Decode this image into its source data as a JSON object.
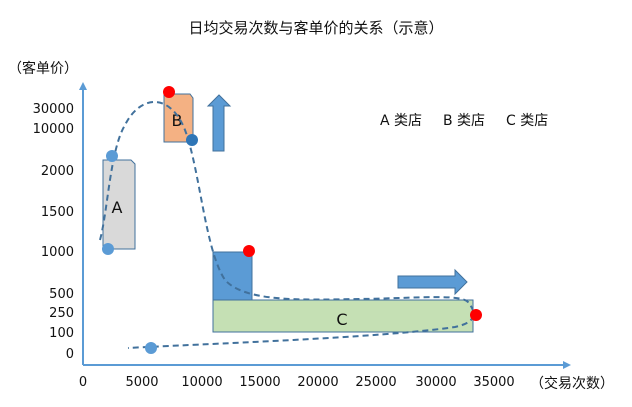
{
  "title": "日均交易次数与客单价的关系（示意）",
  "y_axis_label": "（客单价）",
  "x_axis_label": "（交易次数）",
  "y_ticks": [
    "30000",
    "10000",
    "2000",
    "1500",
    "1000",
    "500",
    "250",
    "100",
    "0"
  ],
  "x_ticks": [
    "0",
    "5000",
    "10000",
    "15000",
    "20000",
    "25000",
    "30000",
    "35000"
  ],
  "legend": [
    "A 类店",
    "B 类店",
    "C 类店"
  ],
  "regions": {
    "a": "A",
    "b": "B",
    "c": "C"
  },
  "colors": {
    "axis": "#5b9bd5",
    "a": "#d9d9d9",
    "b": "#f4b183",
    "c": "#c5e0b4",
    "blue": "#5b9bd5",
    "red": "#ff0000",
    "curve": "#41719c"
  }
}
